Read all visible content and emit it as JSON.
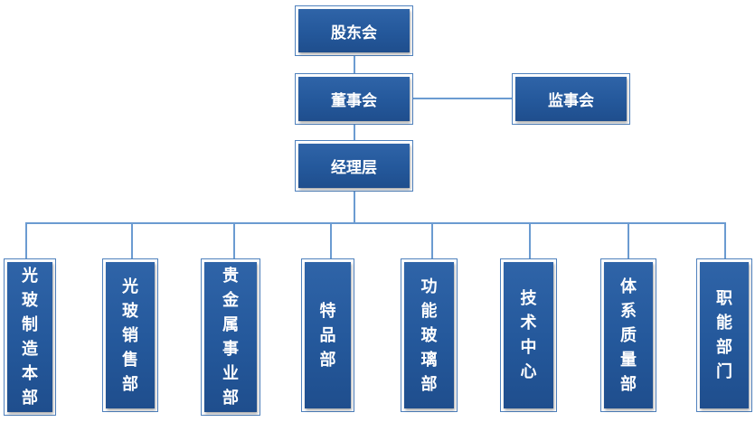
{
  "nodes": {
    "shareholders": "股东会",
    "board": "董事会",
    "supervisors": "监事会",
    "management": "经理层"
  },
  "departments": [
    "光玻制造本部",
    "光玻销售部",
    "贵金属事业部",
    "特品部",
    "功能玻璃部",
    "技术中心",
    "体系质量部",
    "职能部门"
  ],
  "colors": {
    "box_fill": "#24589b",
    "box_border": "#4f81bd",
    "connector": "#6b9bd1",
    "text": "#ffffff"
  }
}
